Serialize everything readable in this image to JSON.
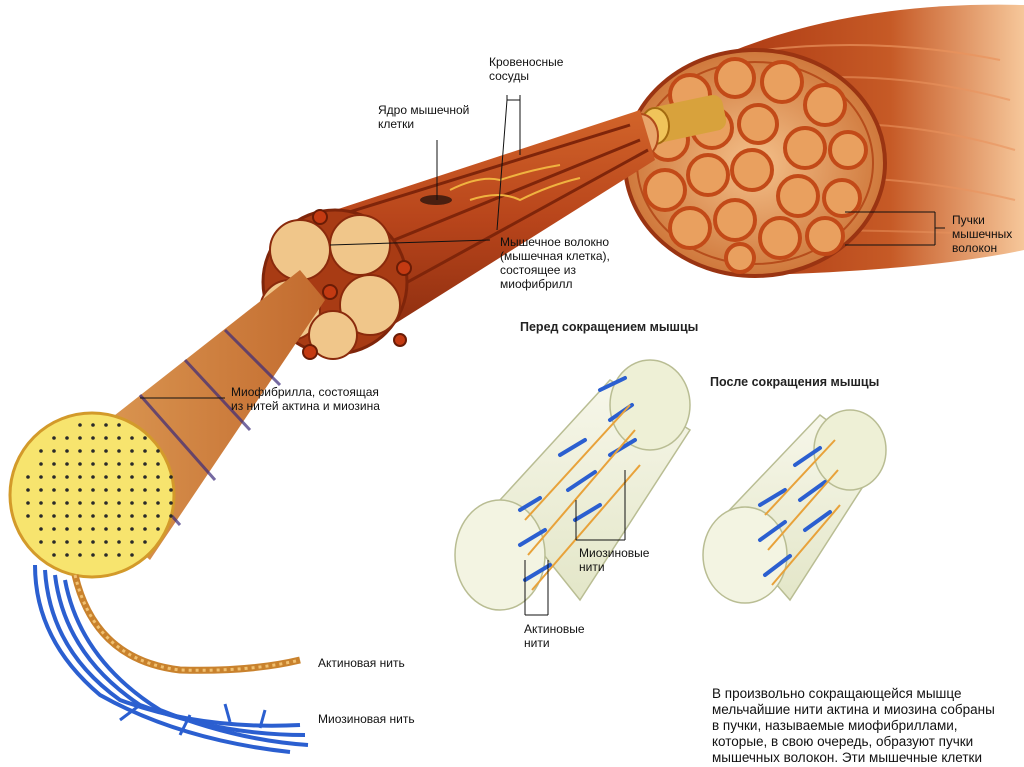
{
  "labels": {
    "blood_vessels": "Кровеносные\nсосуды",
    "nucleus": "Ядро мышечной\nклетки",
    "bundles": "Пучки\nмышечных\nволокон",
    "muscle_fiber": "Мышечное волокно\n(мышечная клетка),\nсостоящее из\nмиофибрилл",
    "myofibril": "Миофибрилла, состоящая\nиз нитей актина и миозина",
    "myosin_filaments": "Миозиновые\nнити",
    "actin_filaments": "Актиновые\nнити",
    "actin_filament": "Актиновая нить",
    "myosin_filament": "Миозиновая нить"
  },
  "headings": {
    "before": "Перед сокращением мышцы",
    "after": "После сокращения мышцы"
  },
  "description": {
    "line1": "В произвольно сокращающейся мышце",
    "line2": "мельчайшие нити актина и миозина собраны",
    "line3": "в пучки, называемые миофибриллами,",
    "line4": "которые, в свою очередь, образуют пучки",
    "line5": "мышечных волокон. Эти мышечные клетки"
  },
  "colors": {
    "muscle": "#c0481c",
    "muscle_light": "#e98a4e",
    "fiber": "#e7b56a",
    "myofibril": "#f6e26e",
    "myosin": "#2b5fd0",
    "actin": "#e8a23a",
    "cylinder": "#f1f3df"
  }
}
